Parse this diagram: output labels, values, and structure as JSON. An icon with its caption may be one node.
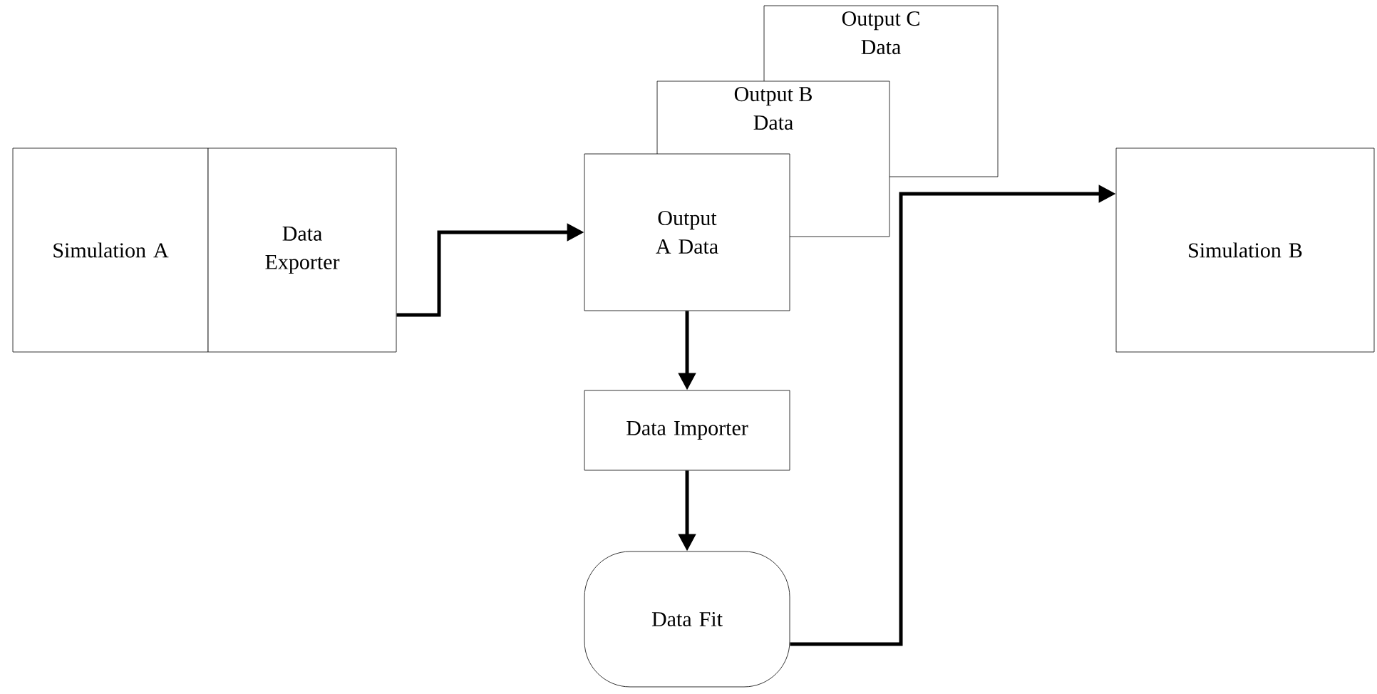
{
  "diagram": {
    "nodes": [
      {
        "text": [
          "Simulation A"
        ]
      },
      {
        "text": [
          "Data Exporter"
        ]
      },
      {
        "text": [
          "Output C Data"
        ]
      },
      {
        "text": [
          "Output B Data"
        ]
      },
      {
        "text": [
          "Output A Data"
        ]
      },
      {
        "text": [
          "Data Importer"
        ]
      },
      {
        "text": [
          "Data Fit"
        ]
      },
      {
        "text": [
          "Simulation B"
        ]
      }
    ],
    "edges": [
      {
        "from": 1,
        "to": 4,
        "arrow": "to"
      },
      {
        "from": 4,
        "to": 5,
        "arrow": "to"
      },
      {
        "from": 5,
        "to": 6,
        "arrow": "to"
      },
      {
        "from": 6,
        "to": 7,
        "arrow": "to"
      }
    ]
  }
}
